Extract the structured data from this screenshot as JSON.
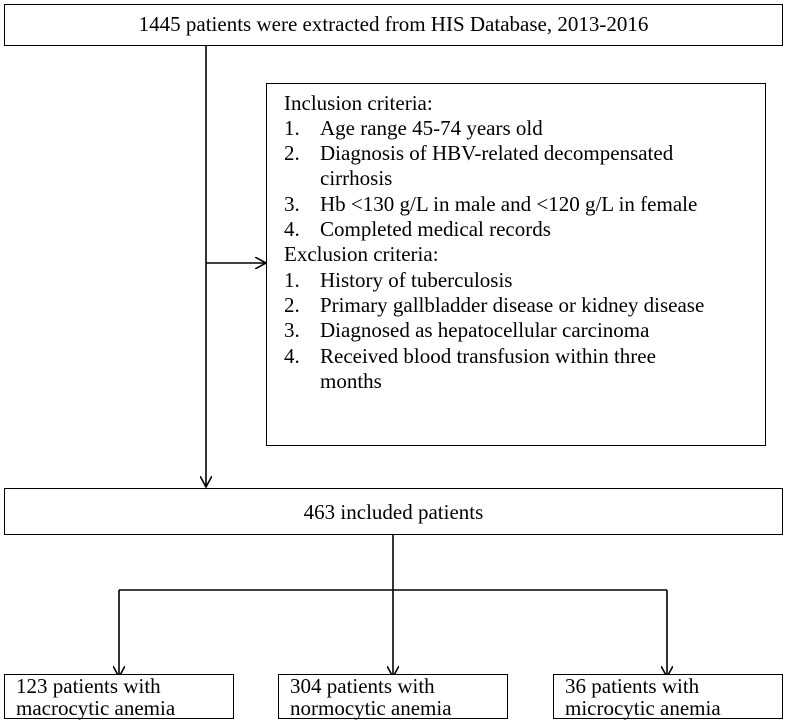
{
  "top_box": {
    "text": "1445 patients were extracted from HIS Database, 2013-2016"
  },
  "criteria_box": {
    "inclusion_title": "Inclusion criteria:",
    "inclusion": [
      {
        "num": "1.",
        "lines": [
          "Age range 45-74 years old"
        ]
      },
      {
        "num": "2.",
        "lines": [
          "Diagnosis of HBV-related decompensated",
          "cirrhosis"
        ]
      },
      {
        "num": "3.",
        "lines": [
          "Hb <130 g/L in male and <120 g/L in female"
        ]
      },
      {
        "num": "4.",
        "lines": [
          "Completed medical records"
        ]
      }
    ],
    "exclusion_title": "Exclusion criteria:",
    "exclusion": [
      {
        "num": "1.",
        "lines": [
          "History of tuberculosis"
        ]
      },
      {
        "num": "2.",
        "lines": [
          "Primary gallbladder disease or kidney disease"
        ]
      },
      {
        "num": "3.",
        "lines": [
          "Diagnosed as hepatocellular carcinoma"
        ]
      },
      {
        "num": "4.",
        "lines": [
          "Received blood transfusion within three",
          "months"
        ]
      }
    ]
  },
  "included_box": {
    "text": "463 included patients"
  },
  "groups": [
    {
      "line1": "123 patients with",
      "line2": "macrocytic anemia"
    },
    {
      "line1": "304 patients with",
      "line2": "normocytic anemia"
    },
    {
      "line1": "36 patients with",
      "line2": "microcytic anemia"
    }
  ]
}
